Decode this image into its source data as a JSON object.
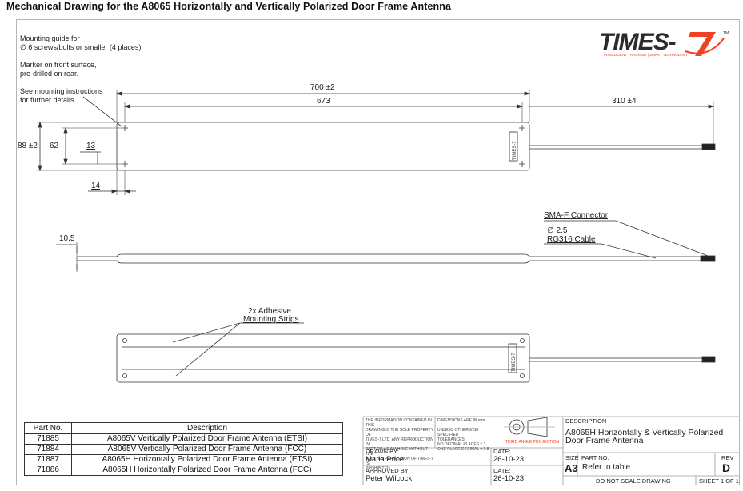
{
  "page_title": "Mechanical Drawing for the A8065 Horizontally and Vertically Polarized Door Frame Antenna",
  "logo": {
    "text": "TIMES-7",
    "tagline": "INTELLIGENT TRACKING | SMART TECHNOLOGY",
    "tm": "TM",
    "brand_color": "#ef4123",
    "dark_color": "#2b2b2b"
  },
  "notes": {
    "mounting_guide": "Mounting guide for\n∅ 6 screws/bolts or smaller (4 places).",
    "marker": "Marker on front surface,\npre-drilled on rear.",
    "instructions": "See mounting instructions\nfor further details."
  },
  "dimensions": {
    "overall_length": "700 ±2",
    "hole_spacing": "673",
    "cable_length": "310 ±4",
    "height": "88 ±2",
    "hole_vertical": "62",
    "hole_offset_y": "13",
    "hole_offset_x": "14",
    "thickness": "10.5"
  },
  "callouts": {
    "connector": "SMA-F Connector",
    "cable_diameter": "∅ 2.5",
    "cable_type": "RG316 Cable",
    "adhesive_line1": "2x Adhesive",
    "adhesive_line2": "Mounting Strips",
    "label_text": "TIMES-7"
  },
  "parts_table": {
    "headers": {
      "part_no": "Part No.",
      "description": "Description"
    },
    "rows": [
      {
        "part_no": "71885",
        "description": "A8065V Vertically Polarized Door Frame Antenna (ETSI)"
      },
      {
        "part_no": "71884",
        "description": "A8065V Vertically Polarized Door Frame Antenna (FCC)"
      },
      {
        "part_no": "71887",
        "description": "A8065H Horizontally Polarized Door Frame Antenna (ETSI)"
      },
      {
        "part_no": "71886",
        "description": "A8065H Horizontally Polarized Door Frame Antenna (FCC)"
      }
    ]
  },
  "title_block": {
    "proprietary": "THE INFORMATION CONTAINED IN THIS\nDRAWING IS THE SOLE PROPERTY OF\nTIMES-7 LTD. ANY REPRODUCTION IN\nPART OR AS A WHOLE WITHOUT THE\nWRITTEN PERMISSION OF TIMES-7 IS\nPROHIBITED.",
    "tolerances": "DIMENSIONS ARE IN mm\n\nUNLESS OTHERWISE SPECIFIED\nTOLERANCES:\nNO DECIMAL PLACES ± 1\nONE PLACE DECIMAL ± 0.8",
    "projection_label": "THIRD ANGLE PROJECTION",
    "drawn_by_label": "DRAWN BY:",
    "drawn_by": "Maria Price",
    "drawn_date_label": "DATE:",
    "drawn_date": "26-10-23",
    "approved_by_label": "APPROVED BY:",
    "approved_by": "Peter Wilcock",
    "approved_date_label": "DATE:",
    "approved_date": "26-10-23",
    "description_label": "DESCRIPTION",
    "description": "A8065H Horizontally & Vertically Polarized\nDoor Frame Antenna",
    "size_label": "SIZE",
    "size": "A3",
    "part_no_label": "PART NO.",
    "part_no": "Refer to table",
    "rev_label": "REV",
    "rev": "D",
    "scale_note": "DO NOT SCALE DRAWING",
    "sheet": "SHEET 1 OF 1"
  }
}
